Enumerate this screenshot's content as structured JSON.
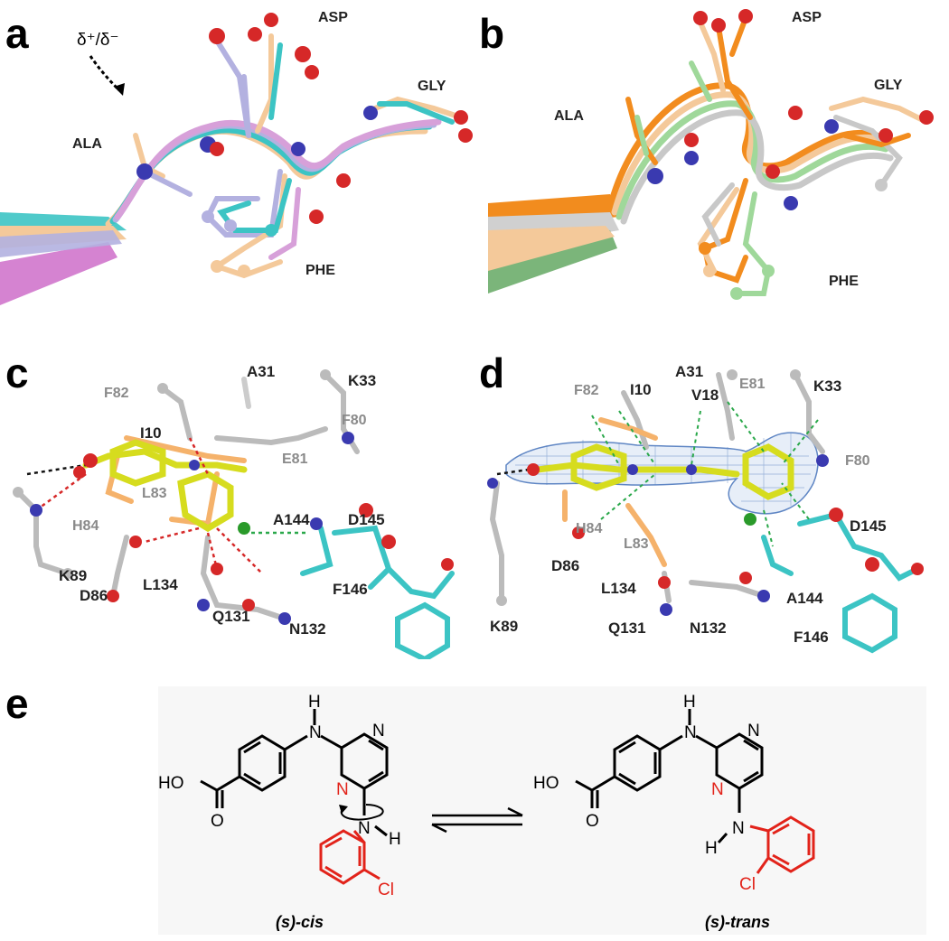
{
  "figure": {
    "panel_labels": {
      "a": "a",
      "b": "b",
      "c": "c",
      "d": "d",
      "e": "e"
    },
    "panel_a": {
      "annotation": "δ⁺/δ⁻",
      "residues": {
        "asp": "ASP",
        "gly": "GLY",
        "ala": "ALA",
        "phe": "PHE"
      },
      "colors": [
        "#d7a0d9",
        "#b3b1e0",
        "#3cc4c4",
        "#f4c99a"
      ]
    },
    "panel_b": {
      "residues": {
        "asp": "ASP",
        "gly": "GLY",
        "ala": "ALA",
        "phe": "PHE"
      },
      "colors": [
        "#f28c1e",
        "#f4c99a",
        "#9fd89a",
        "#c8c8c8"
      ]
    },
    "panel_c": {
      "labels": {
        "a31": "A31",
        "k33": "K33",
        "f82": "F82",
        "i10": "I10",
        "f80": "F80",
        "e81": "E81",
        "l83": "L83",
        "h84": "H84",
        "a144": "A144",
        "d145": "D145",
        "k89": "K89",
        "l134": "L134",
        "d86": "D86",
        "q131": "Q131",
        "n132": "N132",
        "f146": "F146"
      }
    },
    "panel_d": {
      "labels": {
        "f82": "F82",
        "i10": "I10",
        "a31": "A31",
        "v18": "V18",
        "e81": "E81",
        "k33": "K33",
        "f80": "F80",
        "h84": "H84",
        "l83": "L83",
        "d145": "D145",
        "d86": "D86",
        "k89": "K89",
        "l134": "L134",
        "a144": "A144",
        "q131": "Q131",
        "n132": "N132",
        "f146": "F146"
      }
    },
    "panel_e": {
      "left": {
        "ho": "HO",
        "o": "O",
        "nh_top": "N",
        "h_top": "H",
        "n_ring1": "N",
        "n_ring2": "N",
        "n_bottom": "N",
        "h_bottom": "H",
        "cl": "Cl",
        "caption": "(s)-cis"
      },
      "right": {
        "ho": "HO",
        "o": "O",
        "nh_top": "N",
        "h_top": "H",
        "n_ring1": "N",
        "n_ring2": "N",
        "n_bottom": "N",
        "h_bottom": "H",
        "cl": "Cl",
        "caption": "(s)-trans"
      }
    }
  }
}
